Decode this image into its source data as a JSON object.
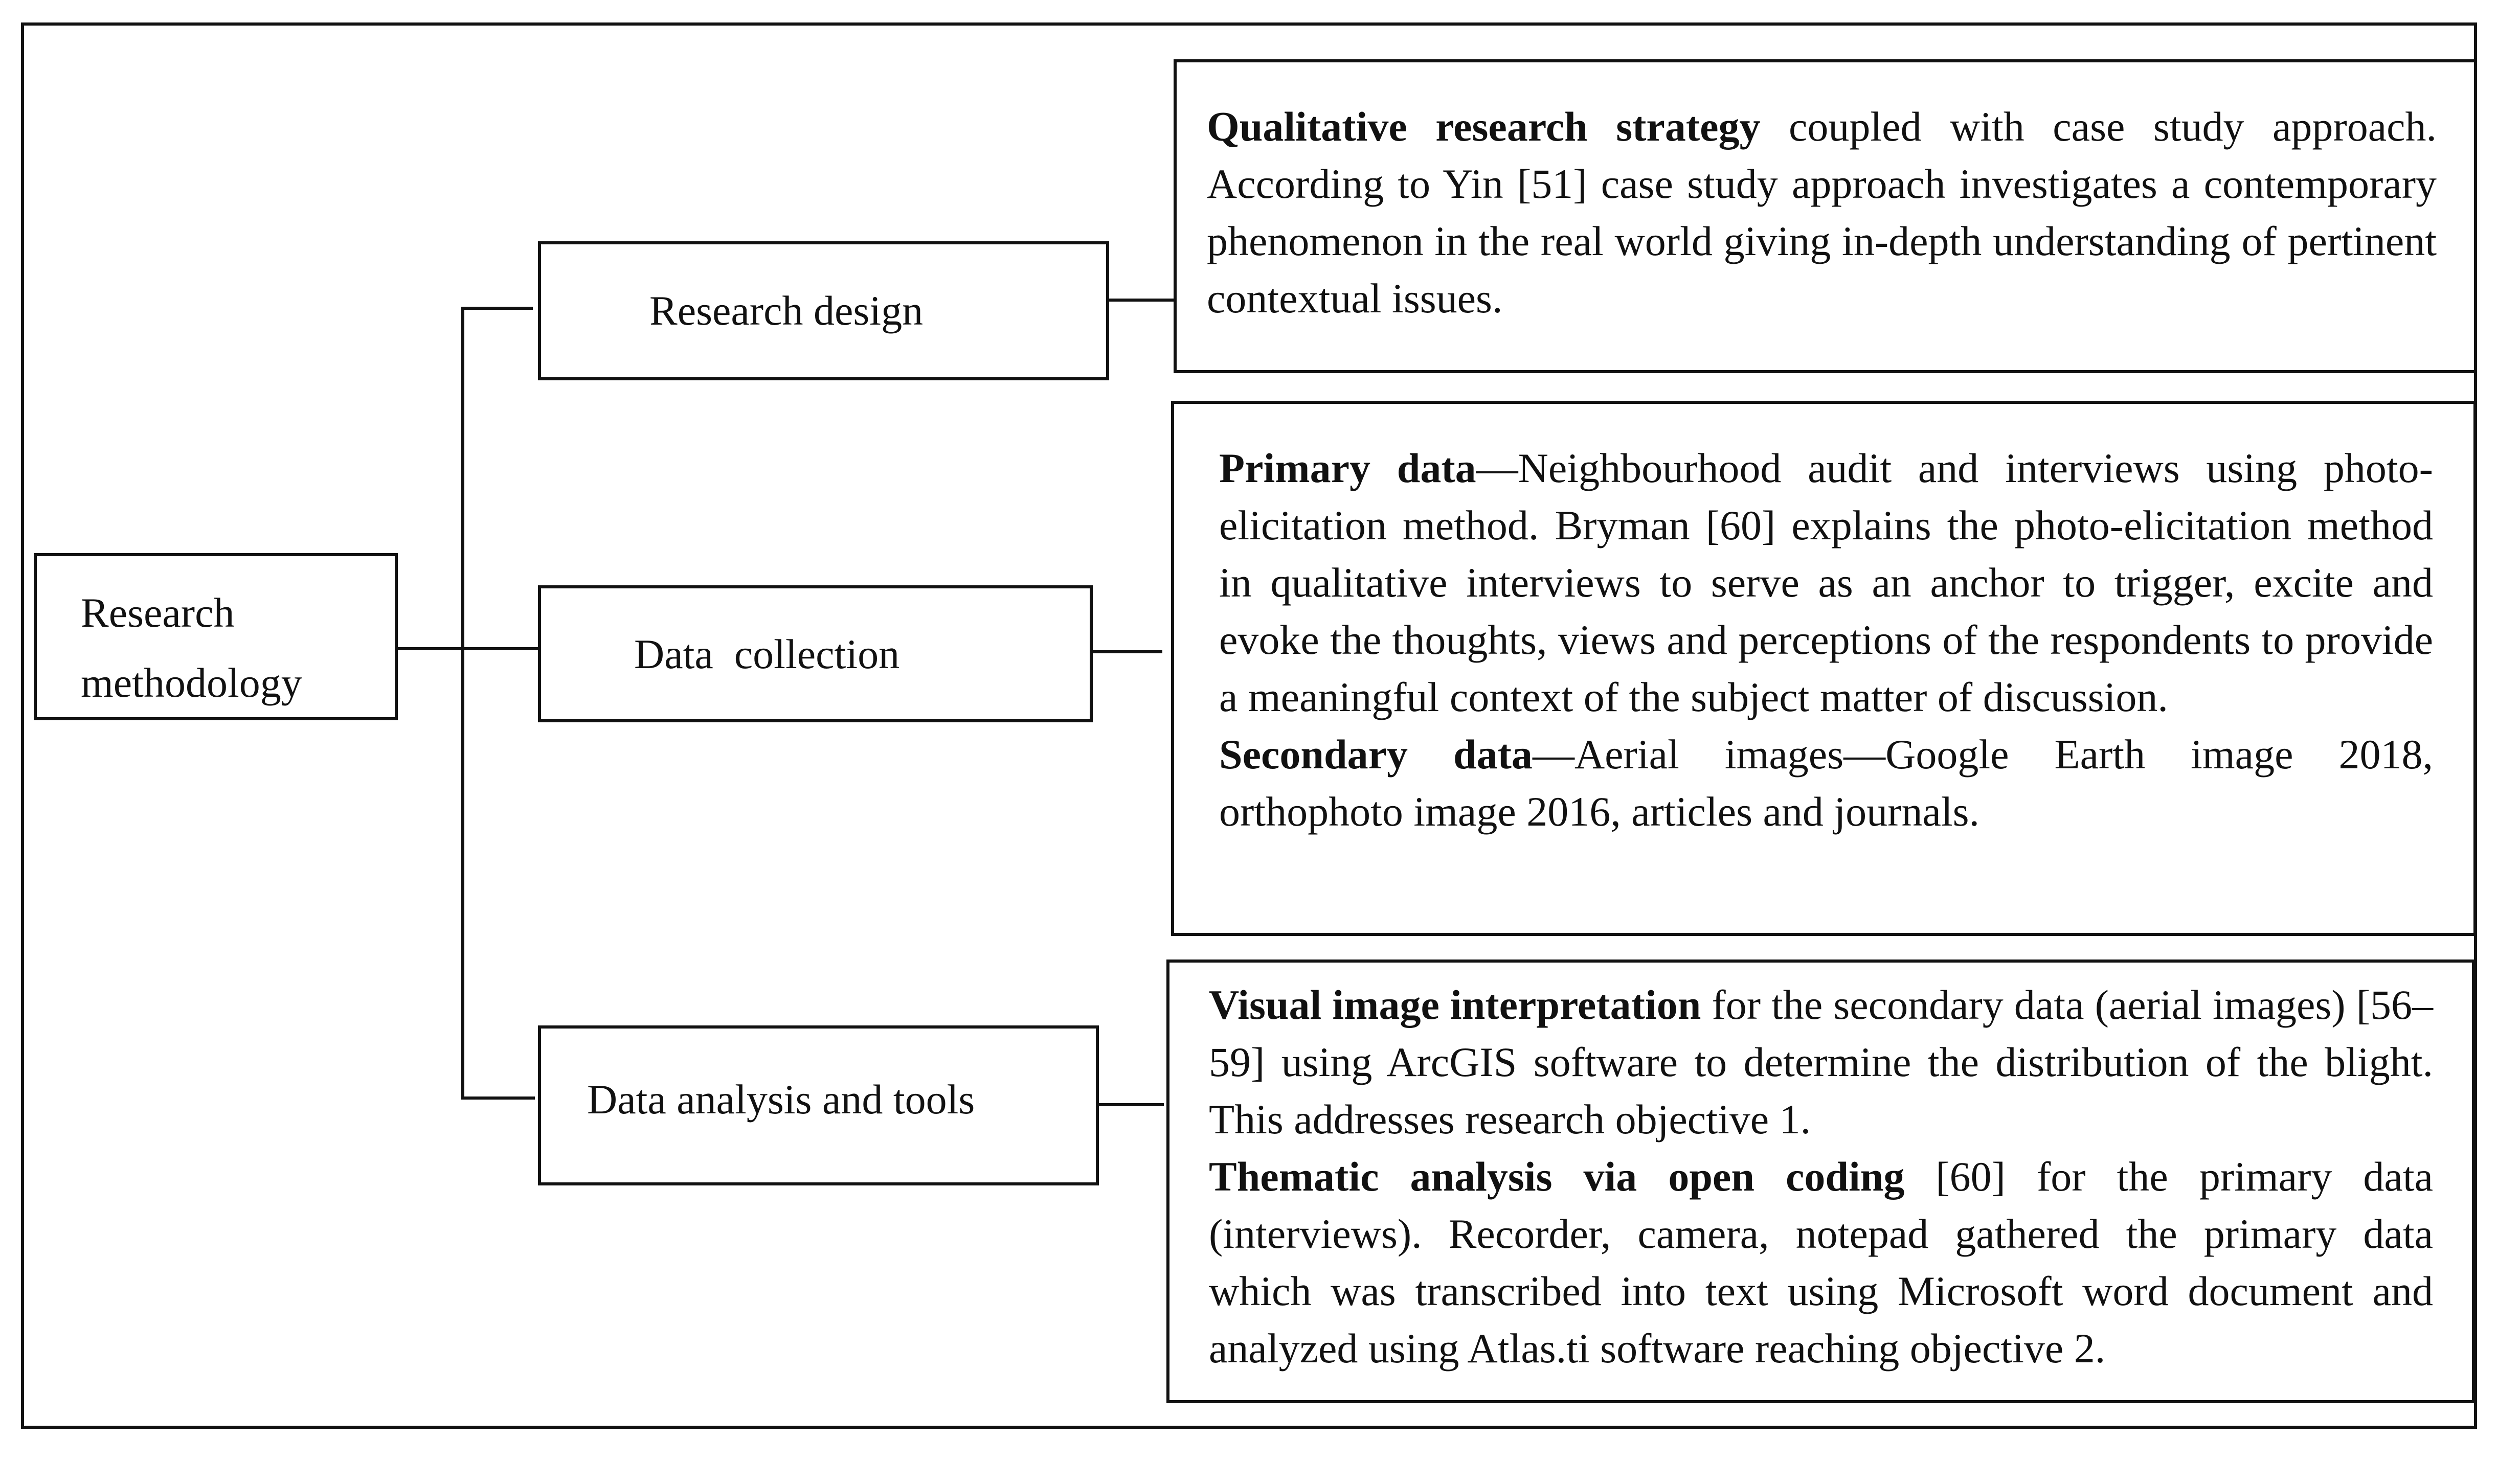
{
  "root": {
    "line1": "Research",
    "line2": "methodology"
  },
  "stages": [
    {
      "label": "Research design",
      "paragraphs": [
        {
          "bold": "Qualitative research strategy",
          "text": " coupled with case study approach. According to Yin [51] case study approach investigates a contemporary phenomenon in the real world giving in-depth understanding of pertinent contextual issues."
        }
      ]
    },
    {
      "label": "Data  collection",
      "paragraphs": [
        {
          "bold": "Primary data",
          "text": "—Neighbourhood audit and interviews using photo-elicitation method. Bryman [60] explains the photo-elicitation method in qualitative interviews to serve as an anchor to trigger, excite and evoke the thoughts, views and perceptions of the respondents to provide a meaningful context of the subject matter of discussion."
        },
        {
          "bold": "Secondary data",
          "text": "—Aerial images—Google Earth image 2018, orthophoto image 2016, articles and journals."
        }
      ]
    },
    {
      "label": "Data analysis and tools",
      "paragraphs": [
        {
          "bold": "Visual image interpretation",
          "text": " for the secondary data (aerial images) [56–59] using ArcGIS software to determine the distribution of the blight. This addresses research objective 1."
        },
        {
          "bold": "Thematic analysis via open coding",
          "text": " [60] for the primary data (interviews). Recorder, camera, notepad gathered the primary data which was transcribed into text using Microsoft word document and analyzed using Atlas.ti software reaching objective 2."
        }
      ]
    }
  ]
}
